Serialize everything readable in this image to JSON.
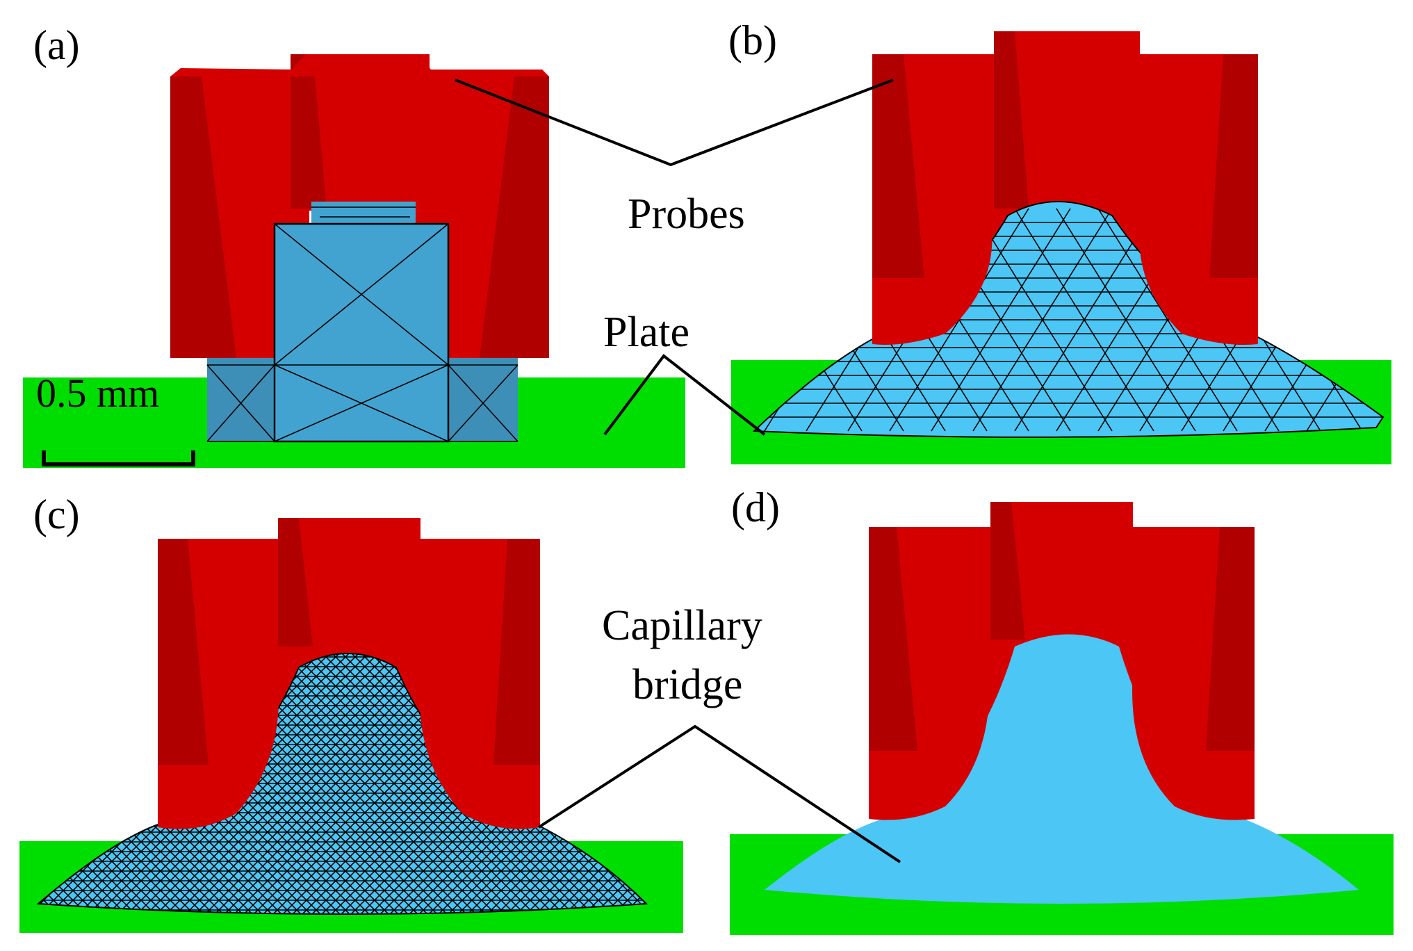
{
  "panels": [
    {
      "label": "(a)"
    },
    {
      "label": "(b)"
    },
    {
      "label": "(c)"
    },
    {
      "label": "(d)"
    }
  ],
  "callouts": {
    "probes": "Probes",
    "plate": "Plate",
    "capillary_line1": "Capillary",
    "capillary_line2": "bridge"
  },
  "scale_bar": {
    "label": "0.5 mm"
  },
  "colors": {
    "probe_red": "#d40000",
    "probe_dark": "#b00000",
    "plate_green": "#00dd00",
    "liquid_blue": "#4cc6f4",
    "cube_blue": "#42a3d0"
  }
}
